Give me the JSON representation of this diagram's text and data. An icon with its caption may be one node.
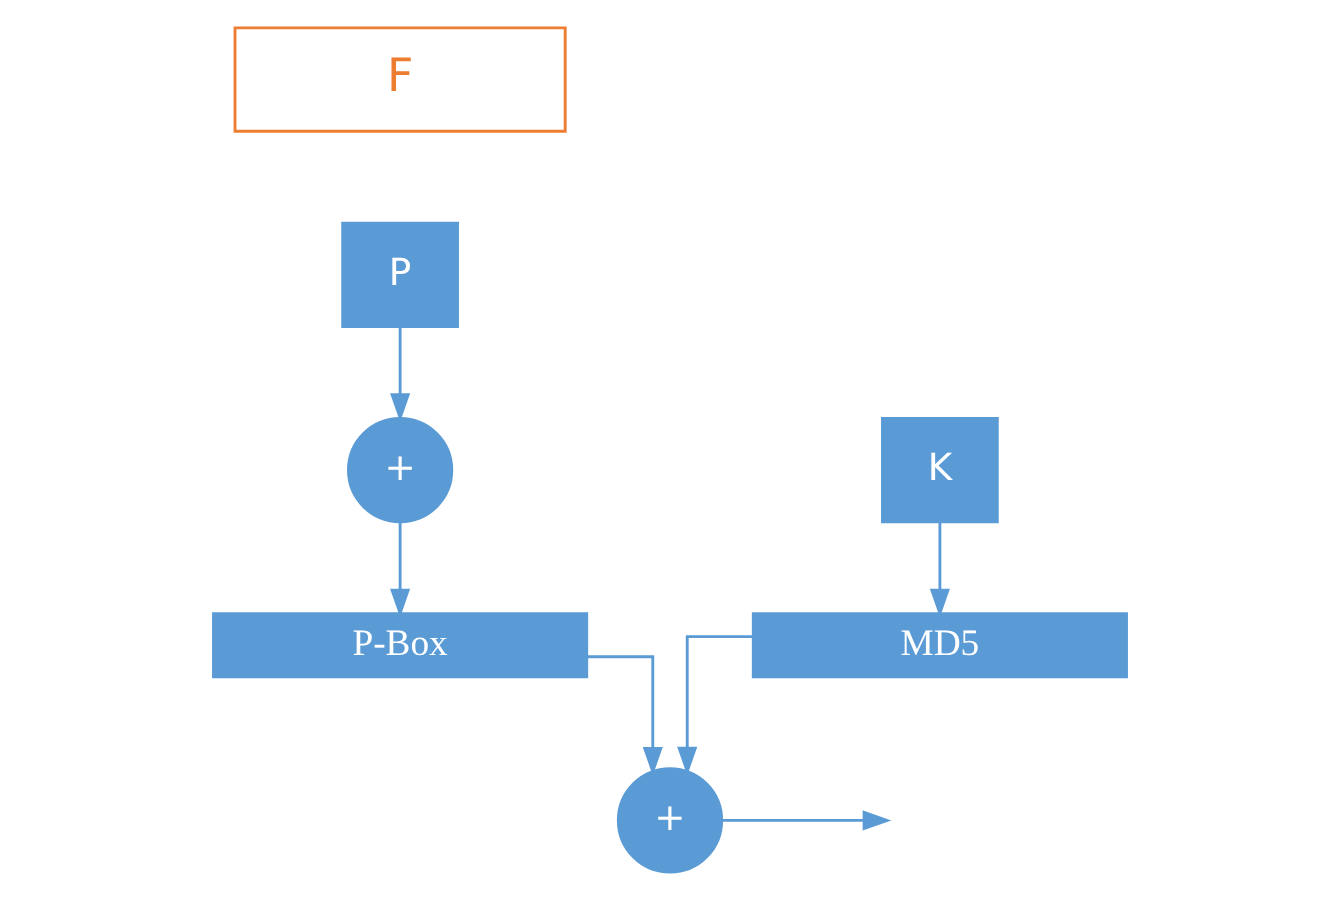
{
  "diagram": {
    "nodes": [
      {
        "text": [
          "F"
        ]
      },
      {
        "text": [
          "P"
        ]
      },
      {
        "text": [
          "K"
        ]
      },
      {
        "text": [
          "+"
        ]
      },
      {
        "text": [
          "P-Box"
        ]
      },
      {
        "text": [
          "MD5"
        ]
      },
      {
        "text": [
          "+"
        ]
      }
    ],
    "edges": [
      {
        "from": 1,
        "to": 3,
        "arrow": "to"
      },
      {
        "from": 3,
        "to": 4,
        "arrow": "to"
      },
      {
        "from": 2,
        "to": 5,
        "arrow": "to"
      },
      {
        "from": 4,
        "to": 6,
        "arrow": "to"
      },
      {
        "from": 5,
        "to": 6,
        "arrow": "to"
      },
      {
        "from": 6,
        "to": null,
        "arrow": "to"
      }
    ]
  }
}
